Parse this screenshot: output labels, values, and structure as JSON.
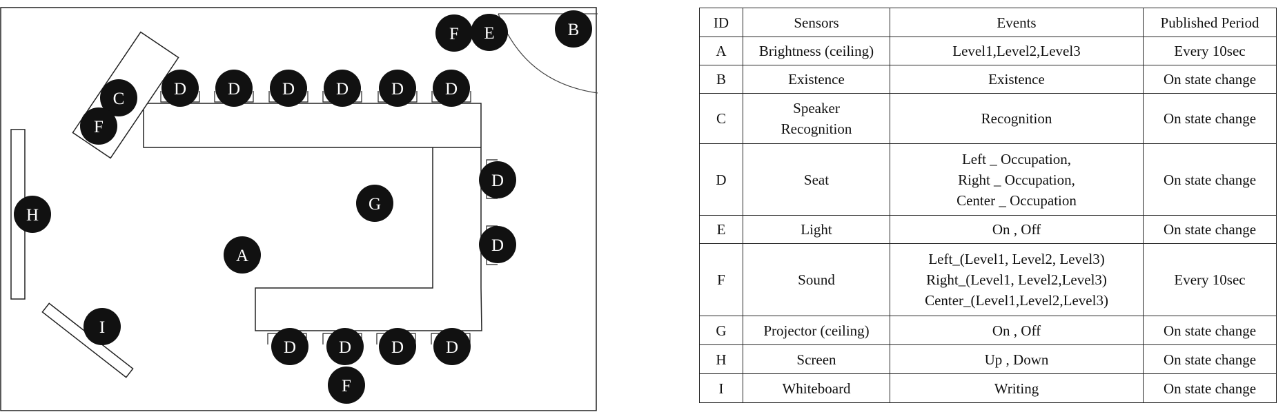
{
  "legend_marks": {
    "A": "A",
    "B": "B",
    "C": "C",
    "D": "D",
    "E": "E",
    "F": "F",
    "G": "G",
    "H": "H",
    "I": "I"
  },
  "table": {
    "headers": [
      "ID",
      "Sensors",
      "Events",
      "Published Period"
    ],
    "rows": [
      {
        "id": "A",
        "sensor": "Brightness (ceiling)",
        "events": "Level1,Level2,Level3",
        "period": "Every 10sec"
      },
      {
        "id": "B",
        "sensor": "Existence",
        "events": "Existence",
        "period": "On state change"
      },
      {
        "id": "C",
        "sensor": "Speaker\nRecognition",
        "events": "Recognition",
        "period": "On state change"
      },
      {
        "id": "D",
        "sensor": "Seat",
        "events": "Left _ Occupation,\nRight _ Occupation,\nCenter _ Occupation",
        "period": "On state change"
      },
      {
        "id": "E",
        "sensor": "Light",
        "events": "On , Off",
        "period": "On state change"
      },
      {
        "id": "F",
        "sensor": "Sound",
        "events": "Left_(Level1, Level2, Level3)\nRight_(Level1, Level2,Level3)\nCenter_(Level1,Level2,Level3)",
        "period": "Every 10sec"
      },
      {
        "id": "G",
        "sensor": "Projector (ceiling)",
        "events": "On , Off",
        "period": "On state change"
      },
      {
        "id": "H",
        "sensor": "Screen",
        "events": "Up , Down",
        "period": "On state change"
      },
      {
        "id": "I",
        "sensor": "Whiteboard",
        "events": "Writing",
        "period": "On state change"
      }
    ]
  }
}
